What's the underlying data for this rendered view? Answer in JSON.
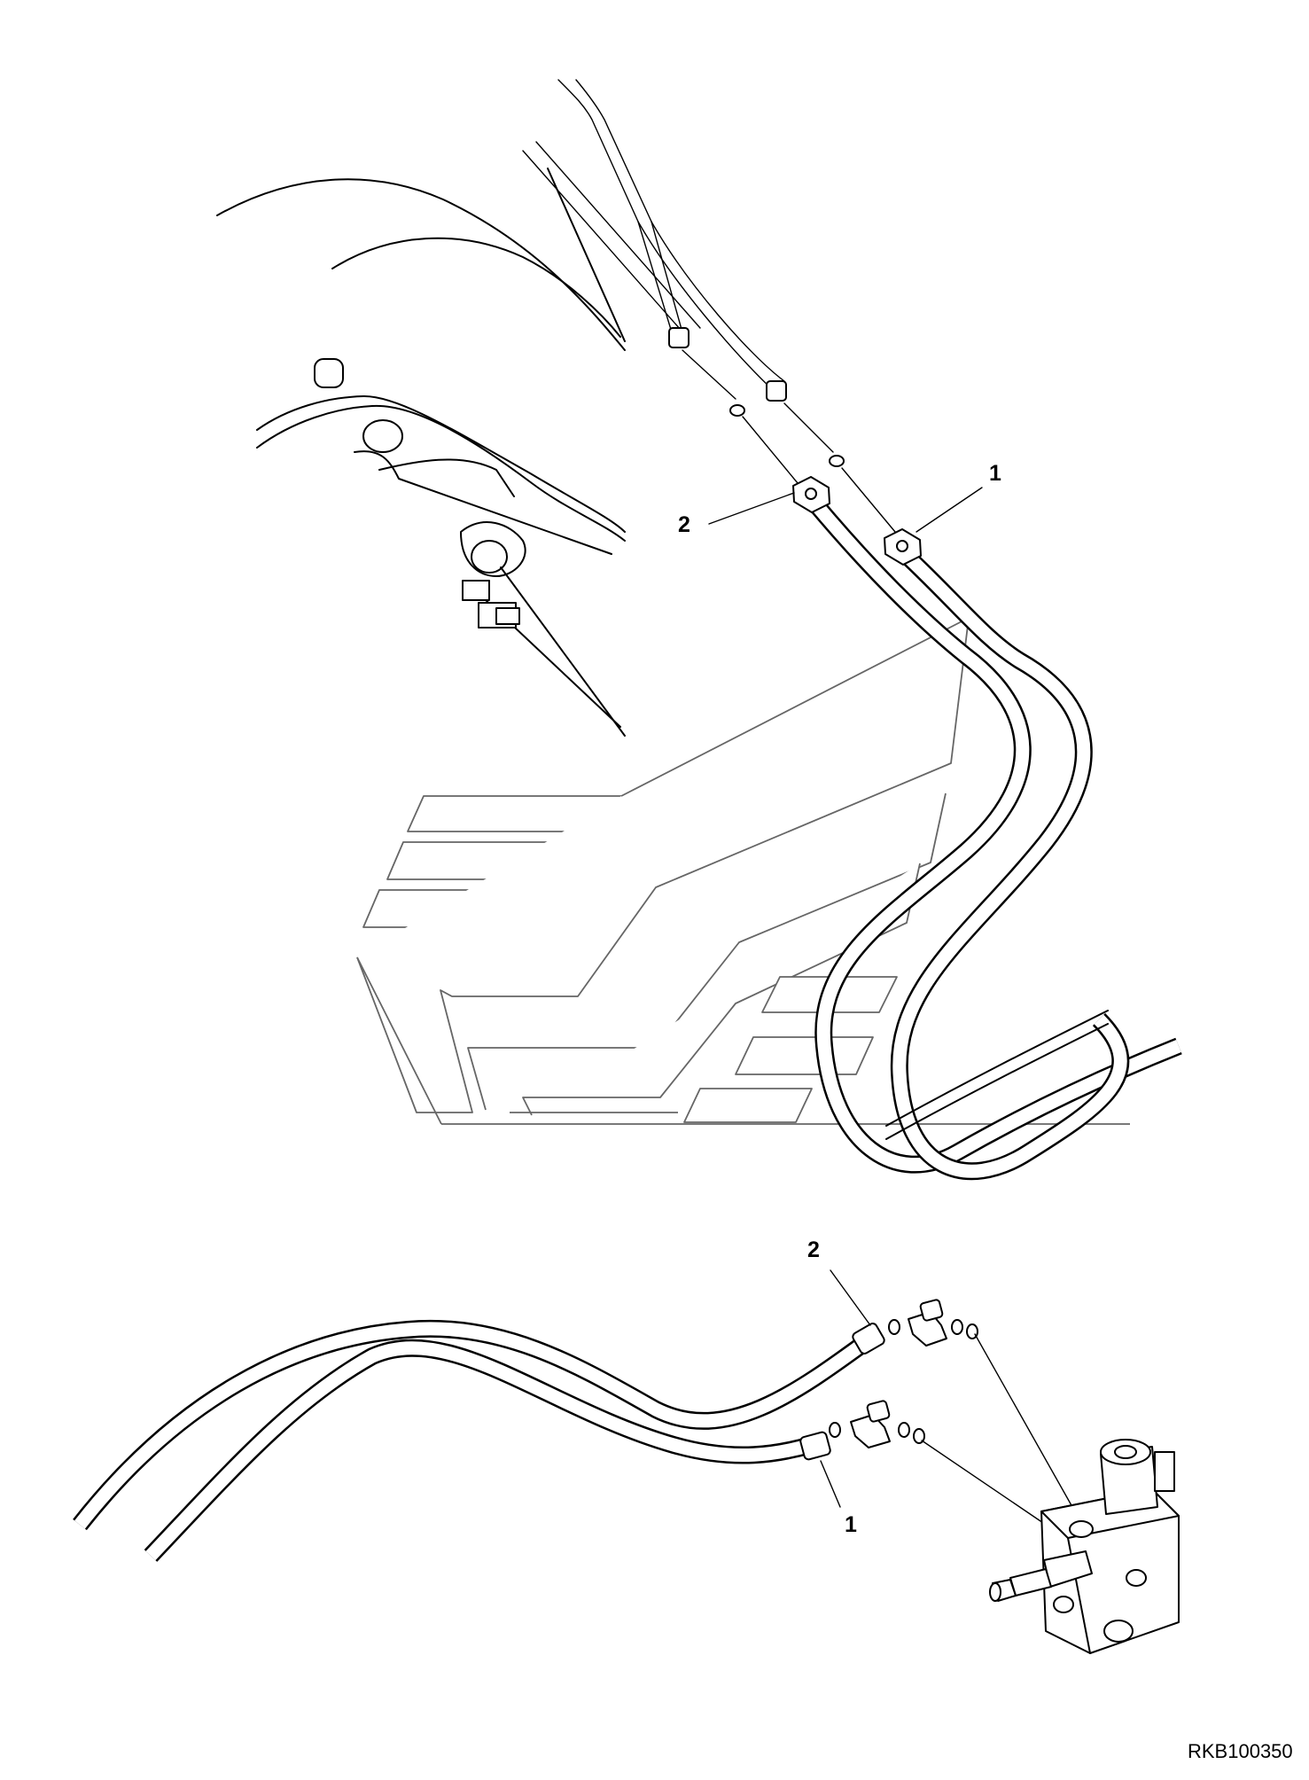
{
  "drawing": {
    "number": "RKB100350"
  },
  "callouts": {
    "upper_1": "1",
    "upper_2": "2",
    "lower_1": "1",
    "lower_2": "2"
  }
}
